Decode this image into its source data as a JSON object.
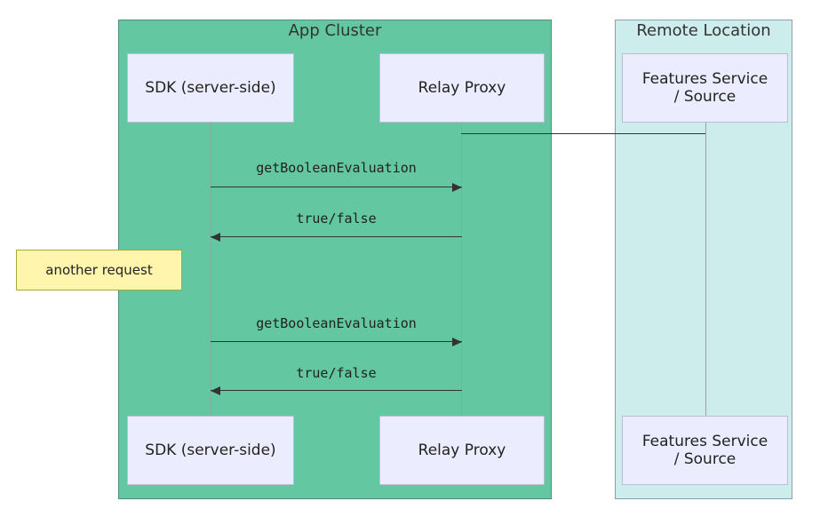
{
  "diagram": {
    "regions": {
      "app_cluster": {
        "label": "App Cluster",
        "fill": "#63c7a1"
      },
      "remote_location": {
        "label": "Remote Location",
        "fill": "#cdecec"
      }
    },
    "participants": {
      "sdk": {
        "label": "SDK (server-side)"
      },
      "relay": {
        "label": "Relay Proxy"
      },
      "features": {
        "label": "Features Service\n/ Source"
      }
    },
    "messages": [
      {
        "label": "getBooleanEvaluation",
        "direction": "right"
      },
      {
        "label": "true/false",
        "direction": "left"
      },
      {
        "label": "getBooleanEvaluation",
        "direction": "right"
      },
      {
        "label": "true/false",
        "direction": "left"
      }
    ],
    "note": {
      "label": "another request"
    },
    "colors": {
      "actor_fill": "#ececff",
      "note_fill": "#fff5ad",
      "line": "#333333"
    }
  }
}
